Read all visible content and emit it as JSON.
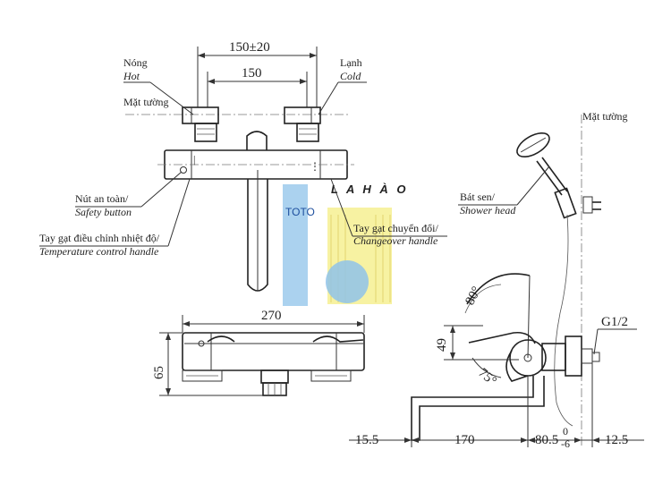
{
  "dimensions": {
    "width_tolerance": "150±20",
    "width_nominal": "150",
    "body_length": "270",
    "height": "65",
    "handle_offset": "49",
    "dim_15_5": "15.5",
    "spout_reach": "170",
    "wall_offset": "80.5",
    "tol_upper": "0",
    "tol_lower": "-6",
    "dim_12_5": "12.5",
    "angle_up": "80°",
    "angle_down": "75°",
    "thread": "G1/2"
  },
  "labels": {
    "hot_vi": "Nóng",
    "hot_en": "Hot",
    "cold_vi": "Lạnh",
    "cold_en": "Cold",
    "wall_left": "Mặt tường",
    "wall_right": "Mặt tường",
    "safety_vi": "Nút an toàn/",
    "safety_en": "Safety button",
    "temp_vi": "Tay gạt điều chỉnh nhiệt độ/",
    "temp_en": "Temperature control handle",
    "change_vi": "Tay gạt chuyển đổi/",
    "change_en": "Changeover handle",
    "shower_vi": "Bát sen/",
    "shower_en": "Shower head",
    "brand": "TOTO"
  },
  "watermark": {
    "text": "L A H À O",
    "colors": {
      "blue": "#8fc3ea",
      "yellow": "#f3ec7a"
    }
  }
}
